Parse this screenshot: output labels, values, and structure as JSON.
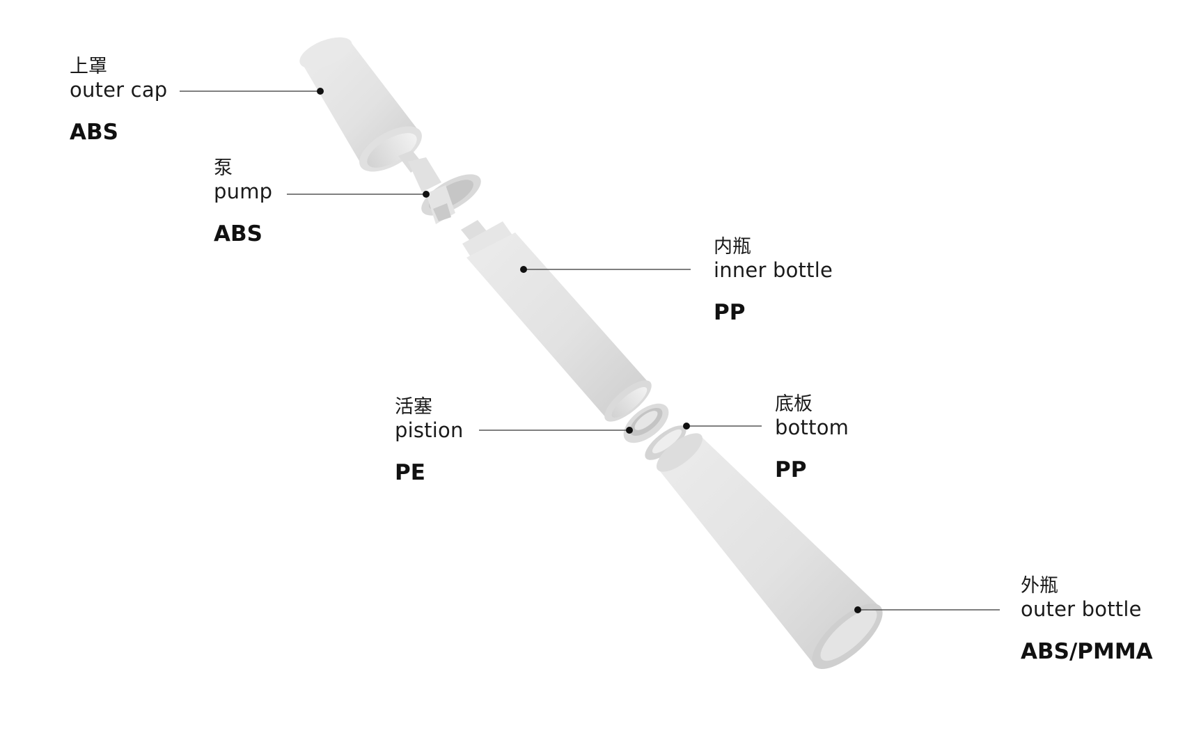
{
  "colors": {
    "background": "#ffffff",
    "part_fill": "#e6e6e6",
    "part_shade": "#cfcfcf",
    "part_dark": "#b8b8b8",
    "leader_line": "#555555",
    "text": "#1a1a1a"
  },
  "parts": [
    {
      "id": "outer-cap",
      "zh": "上罩",
      "en": "outer cap",
      "material": "ABS"
    },
    {
      "id": "pump",
      "zh": "泵",
      "en": "pump",
      "material": "ABS"
    },
    {
      "id": "inner-bottle",
      "zh": "内瓶",
      "en": "inner bottle",
      "material": "PP"
    },
    {
      "id": "piston",
      "zh": "活塞",
      "en": "pistion",
      "material": "PE"
    },
    {
      "id": "bottom",
      "zh": "底板",
      "en": "bottom",
      "material": "PP"
    },
    {
      "id": "outer-bottle",
      "zh": "外瓶",
      "en": "outer bottle",
      "material": "ABS/PMMA"
    }
  ]
}
